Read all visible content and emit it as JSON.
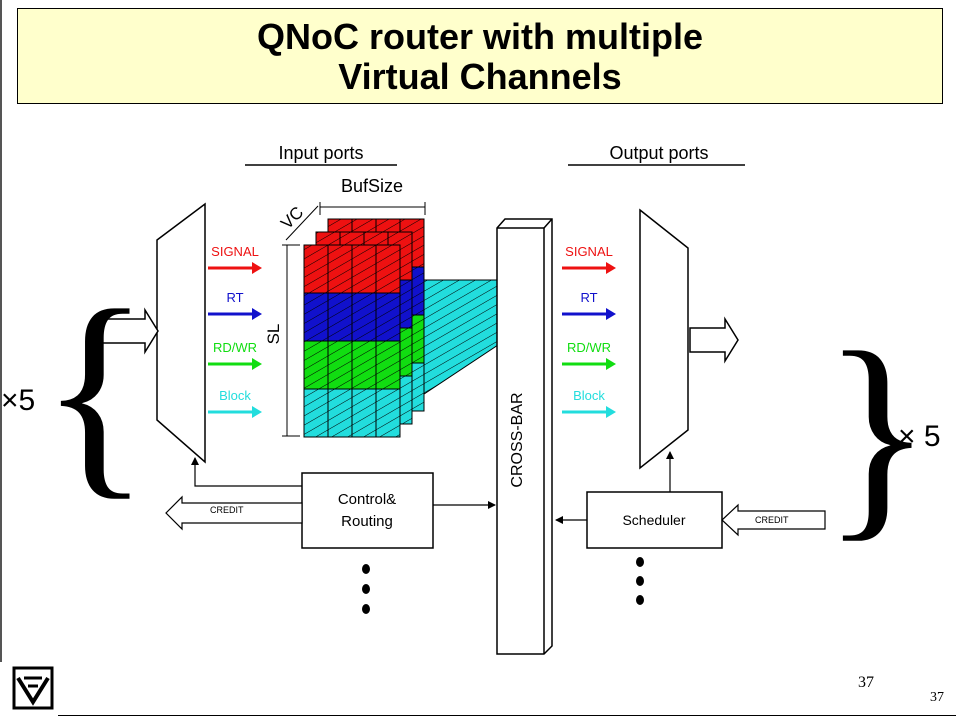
{
  "title": {
    "line1": "QNoC router with multiple",
    "line2": "Virtual Channels"
  },
  "diagram": {
    "input_ports_label": "Input ports",
    "output_ports_label": "Output ports",
    "bufsize_label": "BufSize",
    "vc_label": "VC",
    "sl_label": "SL",
    "input_signals": [
      "SIGNAL",
      "RT",
      "RD/WR",
      "Block"
    ],
    "output_signals": [
      "SIGNAL",
      "RT",
      "RD/WR",
      "Block"
    ],
    "crossbar_label": "CROSS-BAR",
    "control_label_line1": "Control&",
    "control_label_line2": "Routing",
    "scheduler_label": "Scheduler",
    "credit_left": "CREDIT",
    "credit_right": "CREDIT",
    "mult_left": "×5",
    "mult_right": "× 5"
  },
  "colors": {
    "signal": "#ee1111",
    "rt": "#1111cc",
    "rdwr": "#11dd11",
    "block": "#22dddd",
    "title_bg": "#ffffcc"
  },
  "slide_number_center": "37",
  "slide_number_corner": "37"
}
